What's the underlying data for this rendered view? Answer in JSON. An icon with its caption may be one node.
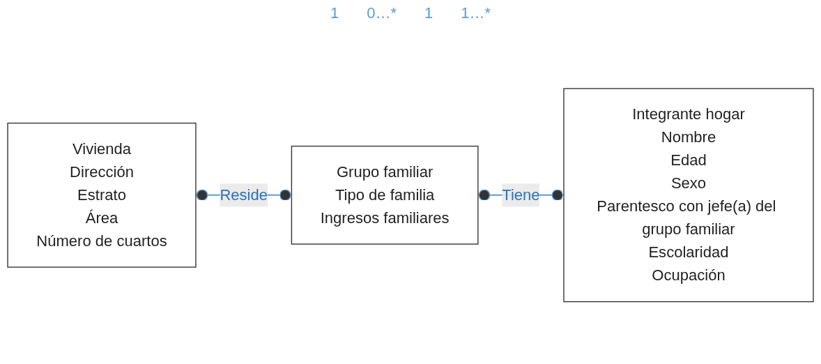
{
  "diagram": {
    "nodes": [
      {
        "text": [
          "Vivienda",
          "Dirección",
          "Estrato",
          "Área",
          "Número de cuartos"
        ]
      },
      {
        "text": [
          "Grupo familiar",
          "Tipo de familia",
          "Ingresos familiares"
        ]
      },
      {
        "text": [
          "Integrante hogar",
          "Nombre",
          "Edad",
          "Sexo",
          "Parentesco con jefe(a) del grupo familiar",
          "Escolaridad",
          "Ocupación"
        ]
      }
    ],
    "edges": [
      {
        "from": 0,
        "to": 1,
        "arrow": "other",
        "label": "Reside"
      },
      {
        "from": 1,
        "to": 2,
        "arrow": "other",
        "label": "Tiene"
      }
    ],
    "labels": [
      "1",
      "0…*",
      "1",
      "1…*"
    ]
  }
}
